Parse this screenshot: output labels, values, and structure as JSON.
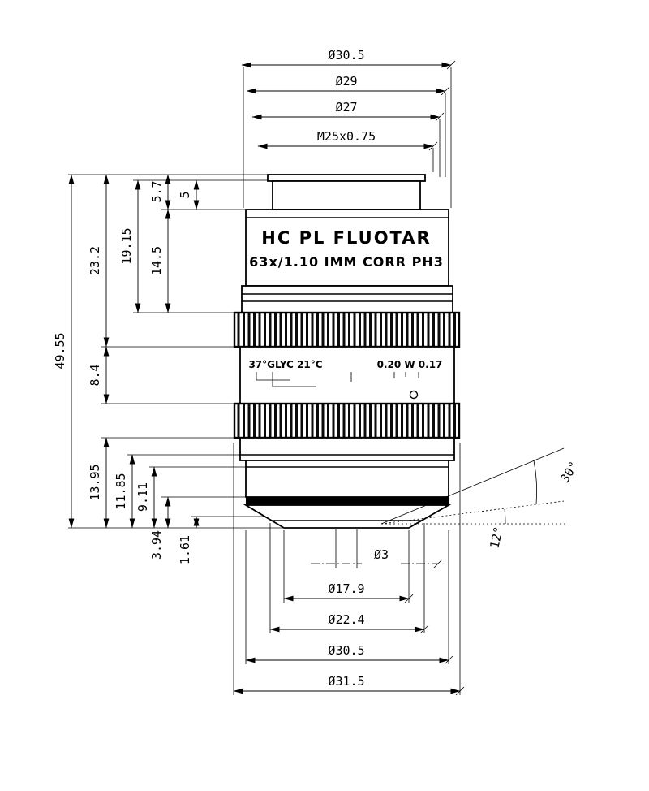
{
  "drawing": {
    "body": {
      "line1": "HC PL FLUOTAR",
      "line2": "63x/1.10 IMM CORR PH3",
      "collar_left": "37°GLYC 21°C",
      "collar_right": "0.20 W 0.17"
    },
    "top_dims": [
      "Ø30.5",
      "Ø29",
      "Ø27",
      "M25x0.75"
    ],
    "left_dims": [
      "49.55",
      "23.2",
      "19.15",
      "14.5",
      "5.7",
      "5",
      "8.4",
      "13.95",
      "11.85",
      "9.11",
      "3.94",
      "1.61"
    ],
    "bottom_dims": [
      "Ø3",
      "Ø17.9",
      "Ø22.4",
      "Ø30.5",
      "Ø31.5"
    ],
    "angle_dims": [
      "30°",
      "12°"
    ],
    "colors": {
      "ink": "#000000",
      "paper": "#ffffff"
    }
  }
}
